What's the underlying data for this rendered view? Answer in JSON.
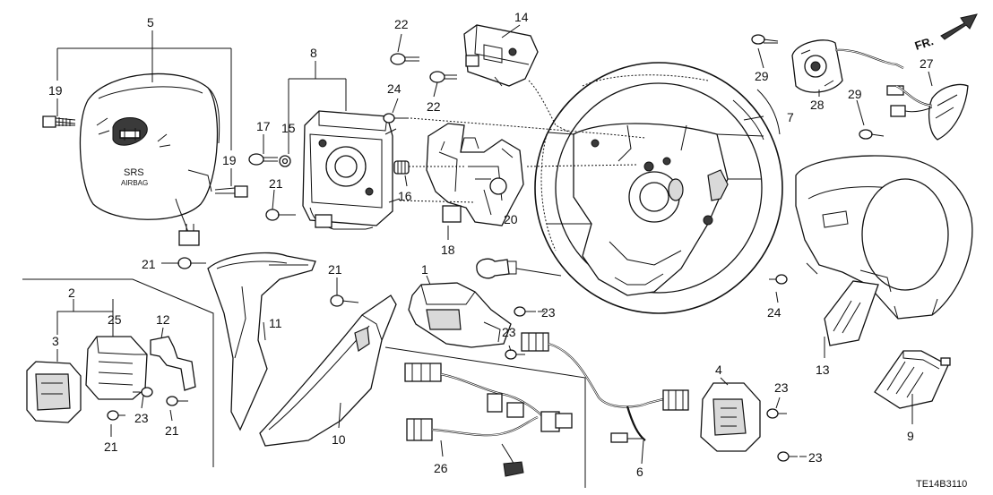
{
  "diagram": {
    "code": "TE14B3110",
    "direction_label": "FR.",
    "callouts": [
      {
        "id": "c1",
        "text": "1"
      },
      {
        "id": "c2",
        "text": "2"
      },
      {
        "id": "c3",
        "text": "3"
      },
      {
        "id": "c4",
        "text": "4"
      },
      {
        "id": "c5",
        "text": "5"
      },
      {
        "id": "c6",
        "text": "6"
      },
      {
        "id": "c7",
        "text": "7"
      },
      {
        "id": "c8",
        "text": "8"
      },
      {
        "id": "c9",
        "text": "9"
      },
      {
        "id": "c10",
        "text": "10"
      },
      {
        "id": "c11",
        "text": "11"
      },
      {
        "id": "c12",
        "text": "12"
      },
      {
        "id": "c13",
        "text": "13"
      },
      {
        "id": "c14",
        "text": "14"
      },
      {
        "id": "c15",
        "text": "15"
      },
      {
        "id": "c16",
        "text": "16"
      },
      {
        "id": "c17",
        "text": "17"
      },
      {
        "id": "c18",
        "text": "18"
      },
      {
        "id": "c19a",
        "text": "19"
      },
      {
        "id": "c19b",
        "text": "19"
      },
      {
        "id": "c20",
        "text": "20"
      },
      {
        "id": "c21a",
        "text": "21"
      },
      {
        "id": "c21b",
        "text": "21"
      },
      {
        "id": "c21c",
        "text": "21"
      },
      {
        "id": "c21d",
        "text": "21"
      },
      {
        "id": "c21e",
        "text": "21"
      },
      {
        "id": "c22a",
        "text": "22"
      },
      {
        "id": "c22b",
        "text": "22"
      },
      {
        "id": "c23a",
        "text": "23"
      },
      {
        "id": "c23b",
        "text": "23"
      },
      {
        "id": "c23c",
        "text": "23"
      },
      {
        "id": "c23d",
        "text": "23"
      },
      {
        "id": "c23e",
        "text": "23"
      },
      {
        "id": "c24a",
        "text": "24"
      },
      {
        "id": "c24b",
        "text": "24"
      },
      {
        "id": "c25",
        "text": "25"
      },
      {
        "id": "c26",
        "text": "26"
      },
      {
        "id": "c27",
        "text": "27"
      },
      {
        "id": "c28",
        "text": "28"
      },
      {
        "id": "c29a",
        "text": "29"
      },
      {
        "id": "c29b",
        "text": "29"
      }
    ]
  }
}
